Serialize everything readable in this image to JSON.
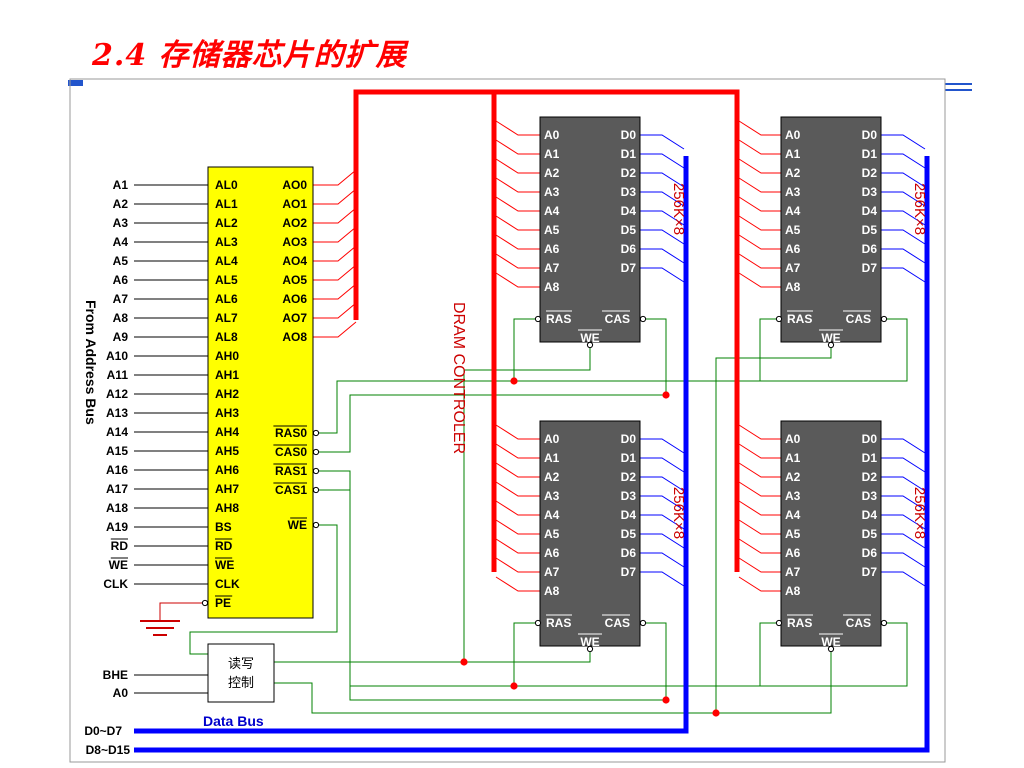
{
  "title": "2.4 存储器芯片的扩展",
  "controller": {
    "inputs": [
      "A1",
      "A2",
      "A3",
      "A4",
      "A5",
      "A6",
      "A7",
      "A8",
      "A9",
      "A10",
      "A11",
      "A12",
      "A13",
      "A14",
      "A15",
      "A16",
      "A17",
      "A18",
      "A19",
      "RD",
      "WE",
      "CLK"
    ],
    "left_pins": [
      "AL0",
      "AL1",
      "AL2",
      "AL3",
      "AL4",
      "AL5",
      "AL6",
      "AL7",
      "AL8",
      "AH0",
      "AH1",
      "AH2",
      "AH3",
      "AH4",
      "AH5",
      "AH6",
      "AH7",
      "AH8",
      "BS",
      "RD",
      "WE",
      "CLK",
      "PE"
    ],
    "address_outputs": [
      "AO0",
      "AO1",
      "AO2",
      "AO3",
      "AO4",
      "AO5",
      "AO6",
      "AO7",
      "AO8"
    ],
    "control_outputs": [
      "RAS0",
      "CAS0",
      "RAS1",
      "CAS1",
      "WE"
    ],
    "from_bus_label": "From Address Bus",
    "vertical_label": "DRAM CONTROLER"
  },
  "rw_control": {
    "label": "读写控制",
    "inputs": [
      "BHE",
      "A0"
    ]
  },
  "chip": {
    "addr_pins": [
      "A0",
      "A1",
      "A2",
      "A3",
      "A4",
      "A5",
      "A6",
      "A7",
      "A8"
    ],
    "data_pins": [
      "D0",
      "D1",
      "D2",
      "D3",
      "D4",
      "D5",
      "D6",
      "D7"
    ],
    "ras": "RAS",
    "cas": "CAS",
    "we": "WE",
    "side_label": "256K×8"
  },
  "data_bus": {
    "label": "Data Bus",
    "low": "D0~D7",
    "high": "D8~D15"
  },
  "colors": {
    "title": "#ff0000",
    "controller_fill": "#ffff00",
    "chip_fill": "#5a5a5a",
    "address_bus": "#ff0000",
    "data_bus": "#0000ff",
    "control_wire": "#008000",
    "data_bus_label": "#0000cc"
  }
}
